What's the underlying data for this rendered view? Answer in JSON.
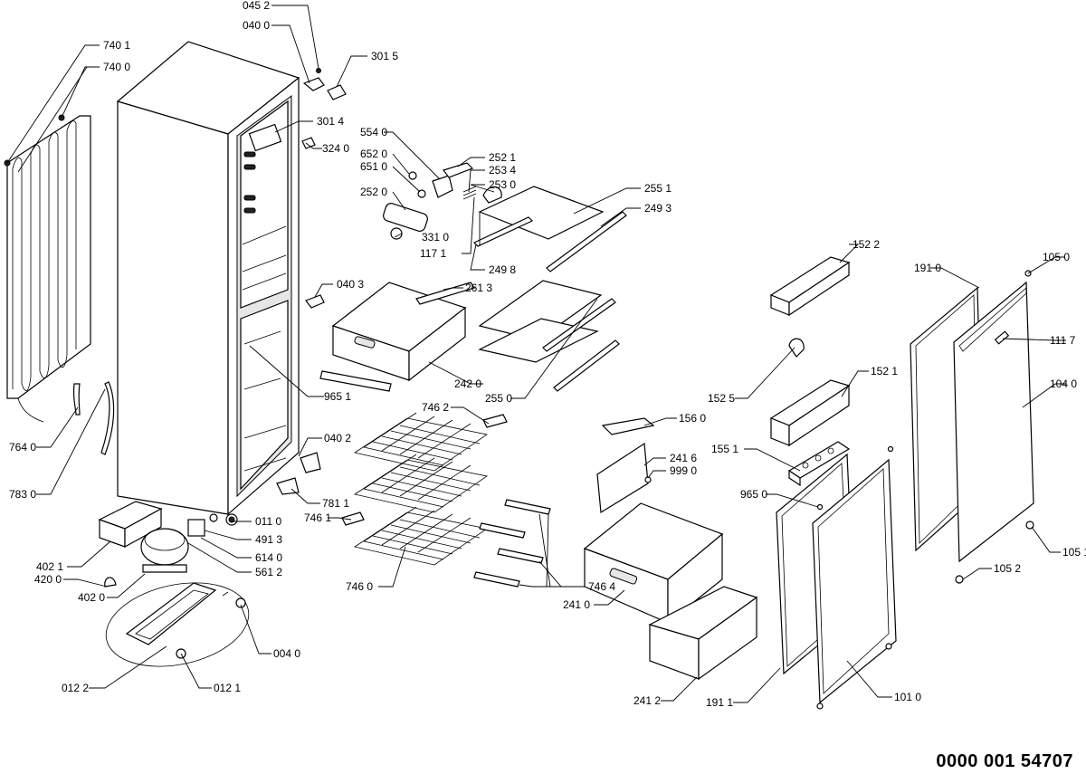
{
  "document_number": "0000 001 54707",
  "labels": {
    "p0452": "045 2",
    "p0400": "040 0",
    "p3015": "301 5",
    "p7401": "740 1",
    "p7400": "740 0",
    "p3014": "301 4",
    "p3240": "324 0",
    "p5540": "554 0",
    "p6520": "652 0",
    "p6510": "651 0",
    "p2521": "252 1",
    "p2534": "253 4",
    "p2530": "253 0",
    "p2520": "252 0",
    "p2551": "255 1",
    "p2493": "249 3",
    "p3310": "331 0",
    "p1171": "117 1",
    "p2498": "249 8",
    "p1522": "152 2",
    "p1910": "191 0",
    "p1050": "105 0",
    "p0403": "040 3",
    "p2613": "261 3",
    "p1117": "111 7",
    "p2420": "242 0",
    "p1040": "104 0",
    "p9651": "965 1",
    "p2550": "255 0",
    "p1521": "152 1",
    "p1525": "152 5",
    "p7462": "746 2",
    "p1560": "156 0",
    "p7640": "764 0",
    "p0402": "040 2",
    "p1551": "155 1",
    "p2416": "241 6",
    "p9990": "999 0",
    "p7830": "783 0",
    "p9650": "965 0",
    "p7811": "781 1",
    "p7461": "746 1",
    "p0110": "011 0",
    "p4913": "491 3",
    "p1051": "105 1",
    "p6140": "614 0",
    "p4021": "402 1",
    "p5612": "561 2",
    "p1052": "105 2",
    "p4200": "420 0",
    "p4020": "402 0",
    "p7460": "746 0",
    "p7464": "746 4",
    "p2410": "241 0",
    "p0040": "004 0",
    "p0122": "012 2",
    "p0121": "012 1",
    "p2412": "241 2",
    "p1911": "191 1",
    "p1010": "101 0"
  }
}
